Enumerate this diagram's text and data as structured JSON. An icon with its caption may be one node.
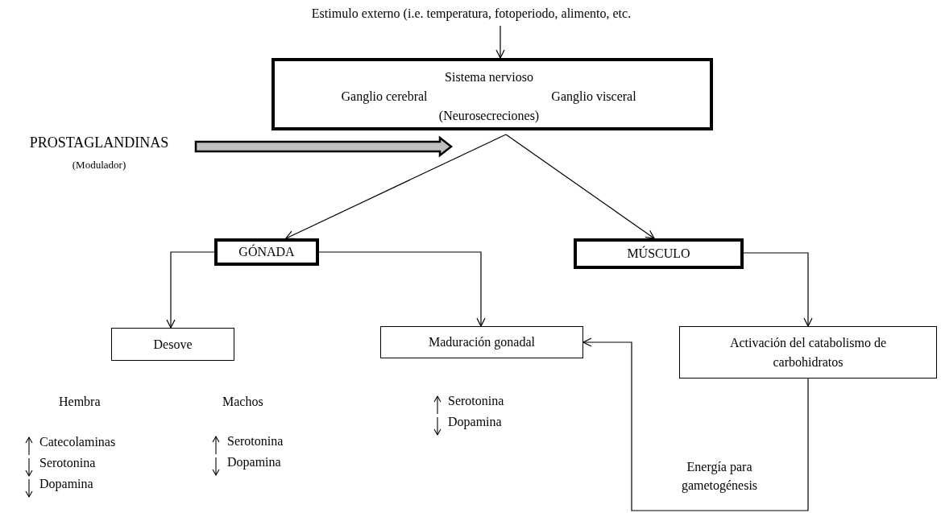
{
  "diagram": {
    "nodes": [
      {
        "text": [
          "Estimulo externo (i.e. temperatura, fotoperiodo, alimento, etc."
        ]
      },
      {
        "text": [
          "Sistema nervioso",
          "Ganglio cerebral",
          "Ganglio visceral",
          "(Neurosecreciones)"
        ]
      },
      {
        "text": [
          "PROSTAGLANDINAS",
          "(Modulador)"
        ]
      },
      {
        "text": [
          "GÓNADA"
        ]
      },
      {
        "text": [
          "MÚSCULO"
        ]
      },
      {
        "text": [
          "Desove"
        ]
      },
      {
        "text": [
          "Maduración gonadal"
        ]
      },
      {
        "text": [
          "Activación del catabolismo de carbohidratos"
        ]
      }
    ],
    "edges": [
      {
        "from": 0,
        "to": 1,
        "arrow": "to"
      },
      {
        "from": 2,
        "to": null,
        "arrow": "to",
        "style": "thick",
        "color": "#c0c0c0"
      },
      {
        "from": 1,
        "to": 3,
        "arrow": "to"
      },
      {
        "from": 1,
        "to": 4,
        "arrow": "to"
      },
      {
        "from": 3,
        "to": 5,
        "arrow": "to"
      },
      {
        "from": 3,
        "to": 6,
        "arrow": "to"
      },
      {
        "from": 4,
        "to": 7,
        "arrow": "to"
      },
      {
        "from": 7,
        "to": 6,
        "arrow": "to",
        "label": "Energía para gametogénesis"
      }
    ],
    "labels": [
      "Hembra",
      "Machos",
      "Serotonina",
      "Dopamina",
      "Catecolaminas",
      "Serotonina",
      "Serotonina",
      "Dopamina",
      "Dopamina"
    ]
  }
}
